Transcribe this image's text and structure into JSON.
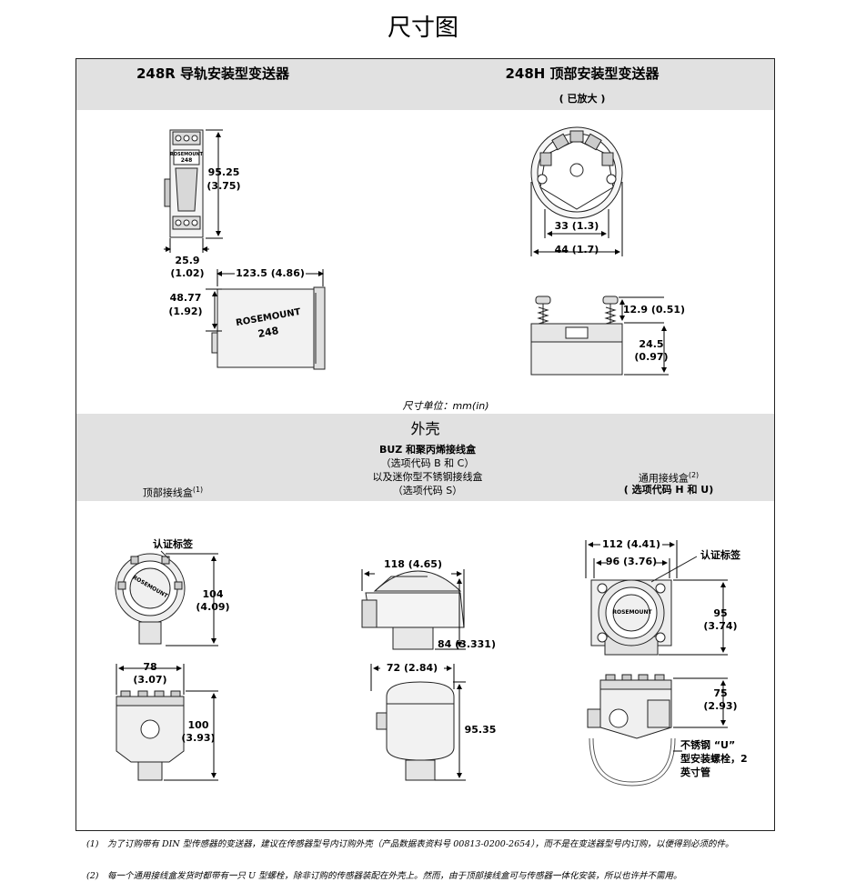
{
  "page_title": "尺寸图",
  "rail": {
    "title": "248R 导轨安装型变送器",
    "height_dim_mm": "95.25",
    "height_dim_in": "(3.75)",
    "width_dim_mm": "25.9",
    "width_dim_in": "(1.02)",
    "depth_dim": "123.5 (4.86)",
    "side_dim_mm": "48.77",
    "side_dim_in": "(1.92)",
    "device_brand_small": "ROSEMOUNT",
    "device_model_small": "248",
    "device_brand": "ROSEMOUNT",
    "device_model": "248"
  },
  "head": {
    "title": "248H 顶部安装型变送器",
    "subtitle": "( 已放大 )",
    "inner_dim": "33 (1.3)",
    "outer_dim": "44 (1.7)",
    "spring_dim": "12.9 (0.51)",
    "height_dim_mm": "24.5",
    "height_dim_in": "(0.97)"
  },
  "units_label": "尺寸单位：mm(in)",
  "housing": {
    "title": "外壳",
    "col1_label": "顶部接线盒",
    "col1_sup": "(1)",
    "col2_line1": "BUZ 和聚丙烯接线盒",
    "col2_line2": "（选项代码 B 和 C）",
    "col2_line3": "以及迷你型不锈钢接线盒",
    "col2_line4": "（选项代码 S）",
    "col3_line1": "通用接线盒",
    "col3_sup": "(2)",
    "col3_line2": "( 选项代码 H 和 U)"
  },
  "c1": {
    "cert_label": "认证标签",
    "brand": "ROSEMOUNT",
    "h_dim_mm": "104",
    "h_dim_in": "(4.09)",
    "w_dim_mm": "78",
    "w_dim_in": "(3.07)",
    "h2_dim_mm": "100",
    "h2_dim_in": "(3.93)"
  },
  "c2": {
    "w_dim": "118 (4.65)",
    "h_dim": "84 (3.331)",
    "w2_dim": "72 (2.84)",
    "h2_dim": "95.35"
  },
  "c3": {
    "w_dim": "112 (4.41)",
    "w2_dim": "96 (3.76)",
    "cert_label": "认证标签",
    "brand": "ROSEMOUNT",
    "h_dim_mm": "95",
    "h_dim_in": "(3.74)",
    "h2_dim_mm": "75",
    "h2_dim_in": "(2.93)",
    "bolt_line1": "不锈钢 “U”",
    "bolt_line2": "型安装螺栓，2",
    "bolt_line3": "英寸管"
  },
  "footnotes": [
    {
      "num": "(1)",
      "text": "为了订购带有 DIN 型传感器的变送器，建议在传感器型号内订购外壳（产品数据表资料号 00813-0200-2654），而不是在变送器型号内订购，以便得到必须的件。"
    },
    {
      "num": "(2)",
      "text": "每一个通用接线盒发货时都带有一只 U 型螺栓，除非订购的传感器装配在外壳上。然而，由于顶部接线盒可与传感器一体化安装，所以也许并不需用。"
    }
  ]
}
